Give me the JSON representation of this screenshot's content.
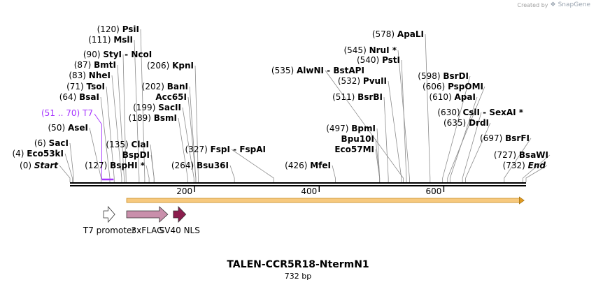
{
  "credit": {
    "created_by": "Created by",
    "brand": "SnapGene"
  },
  "map": {
    "title": "TALEN-CCR5R18-NtermN1",
    "size_label": "732 bp",
    "length_bp": 732,
    "ticks": [
      "200",
      "400",
      "600"
    ],
    "tick_values": [
      200,
      400,
      600
    ],
    "features": [
      {
        "name": "T7 promoter",
        "start": 54,
        "end": 72,
        "direction": "forward",
        "color": "#ffffff"
      },
      {
        "name": "3xFLAG",
        "start": 91,
        "end": 157,
        "direction": "forward",
        "color": "#c98fab"
      },
      {
        "name": "SV40 NLS",
        "start": 166,
        "end": 186,
        "direction": "forward",
        "color": "#8b1d4d"
      }
    ],
    "orf": {
      "start": 91,
      "end": 729,
      "color": "#f5a623"
    },
    "primer": {
      "label": "T7",
      "range": "(51 .. 70)",
      "start": 51,
      "end": 70
    },
    "sites": [
      {
        "pos": "(0)",
        "name": "Start",
        "italic": true,
        "site": 0
      },
      {
        "pos": "(4)",
        "name": "Eco53kI",
        "site": 4
      },
      {
        "pos": "(6)",
        "name": "SacI",
        "site": 6
      },
      {
        "pos": "(50)",
        "name": "AseI",
        "site": 50
      },
      {
        "pos": "(64)",
        "name": "BsaI",
        "site": 64
      },
      {
        "pos": "(71)",
        "name": "TsoI",
        "site": 71
      },
      {
        "pos": "(83)",
        "name": "NheI",
        "site": 83
      },
      {
        "pos": "(87)",
        "name": "BmtI",
        "site": 87
      },
      {
        "pos": "(90)",
        "name": "StyI",
        "name2": "NcoI",
        "site": 90
      },
      {
        "pos": "(111)",
        "name": "MslI",
        "site": 111
      },
      {
        "pos": "(120)",
        "name": "PsiI",
        "site": 120
      },
      {
        "pos": "(127)",
        "name": "BspHI *",
        "site": 127
      },
      {
        "pos": "(135)",
        "name": "ClaI",
        "site": 135
      },
      {
        "pos": "",
        "name": "BspDI",
        "site": 135
      },
      {
        "pos": "(189)",
        "name": "BsmI",
        "site": 189
      },
      {
        "pos": "(199)",
        "name": "SacII",
        "site": 199
      },
      {
        "pos": "",
        "name": "Acc65I",
        "site": 202
      },
      {
        "pos": "(202)",
        "name": "BanI",
        "site": 202
      },
      {
        "pos": "(206)",
        "name": "KpnI",
        "site": 206
      },
      {
        "pos": "(264)",
        "name": "Bsu36I",
        "site": 264
      },
      {
        "pos": "(327)",
        "name": "FspI",
        "name2": "FspAI",
        "site": 327
      },
      {
        "pos": "(426)",
        "name": "MfeI",
        "site": 426
      },
      {
        "pos": "(497)",
        "name": "BpmI",
        "site": 497
      },
      {
        "pos": "",
        "name": "Bpu10I",
        "site": 497
      },
      {
        "pos": "",
        "name": "Eco57MI",
        "site": 497
      },
      {
        "pos": "(511)",
        "name": "BsrBI",
        "site": 511
      },
      {
        "pos": "(532)",
        "name": "PvuII",
        "site": 532
      },
      {
        "pos": "(535)",
        "name": "AlwNI",
        "name2": "BstAPI",
        "site": 535
      },
      {
        "pos": "(540)",
        "name": "PstI",
        "site": 540
      },
      {
        "pos": "(545)",
        "name": "NruI *",
        "site": 545
      },
      {
        "pos": "(578)",
        "name": "ApaLI",
        "site": 578
      },
      {
        "pos": "(598)",
        "name": "BsrDI",
        "site": 598
      },
      {
        "pos": "(606)",
        "name": "PspOMI",
        "site": 606
      },
      {
        "pos": "(610)",
        "name": "ApaI",
        "site": 610
      },
      {
        "pos": "(630)",
        "name": "CslI",
        "name2": "SexAI *",
        "site": 630
      },
      {
        "pos": "(635)",
        "name": "DrdI",
        "site": 635
      },
      {
        "pos": "(697)",
        "name": "BsrFI",
        "site": 697
      },
      {
        "pos": "(727)",
        "name": "BsaWI",
        "site": 727
      },
      {
        "pos": "(732)",
        "name": "End",
        "italic": true,
        "site": 732
      }
    ]
  }
}
